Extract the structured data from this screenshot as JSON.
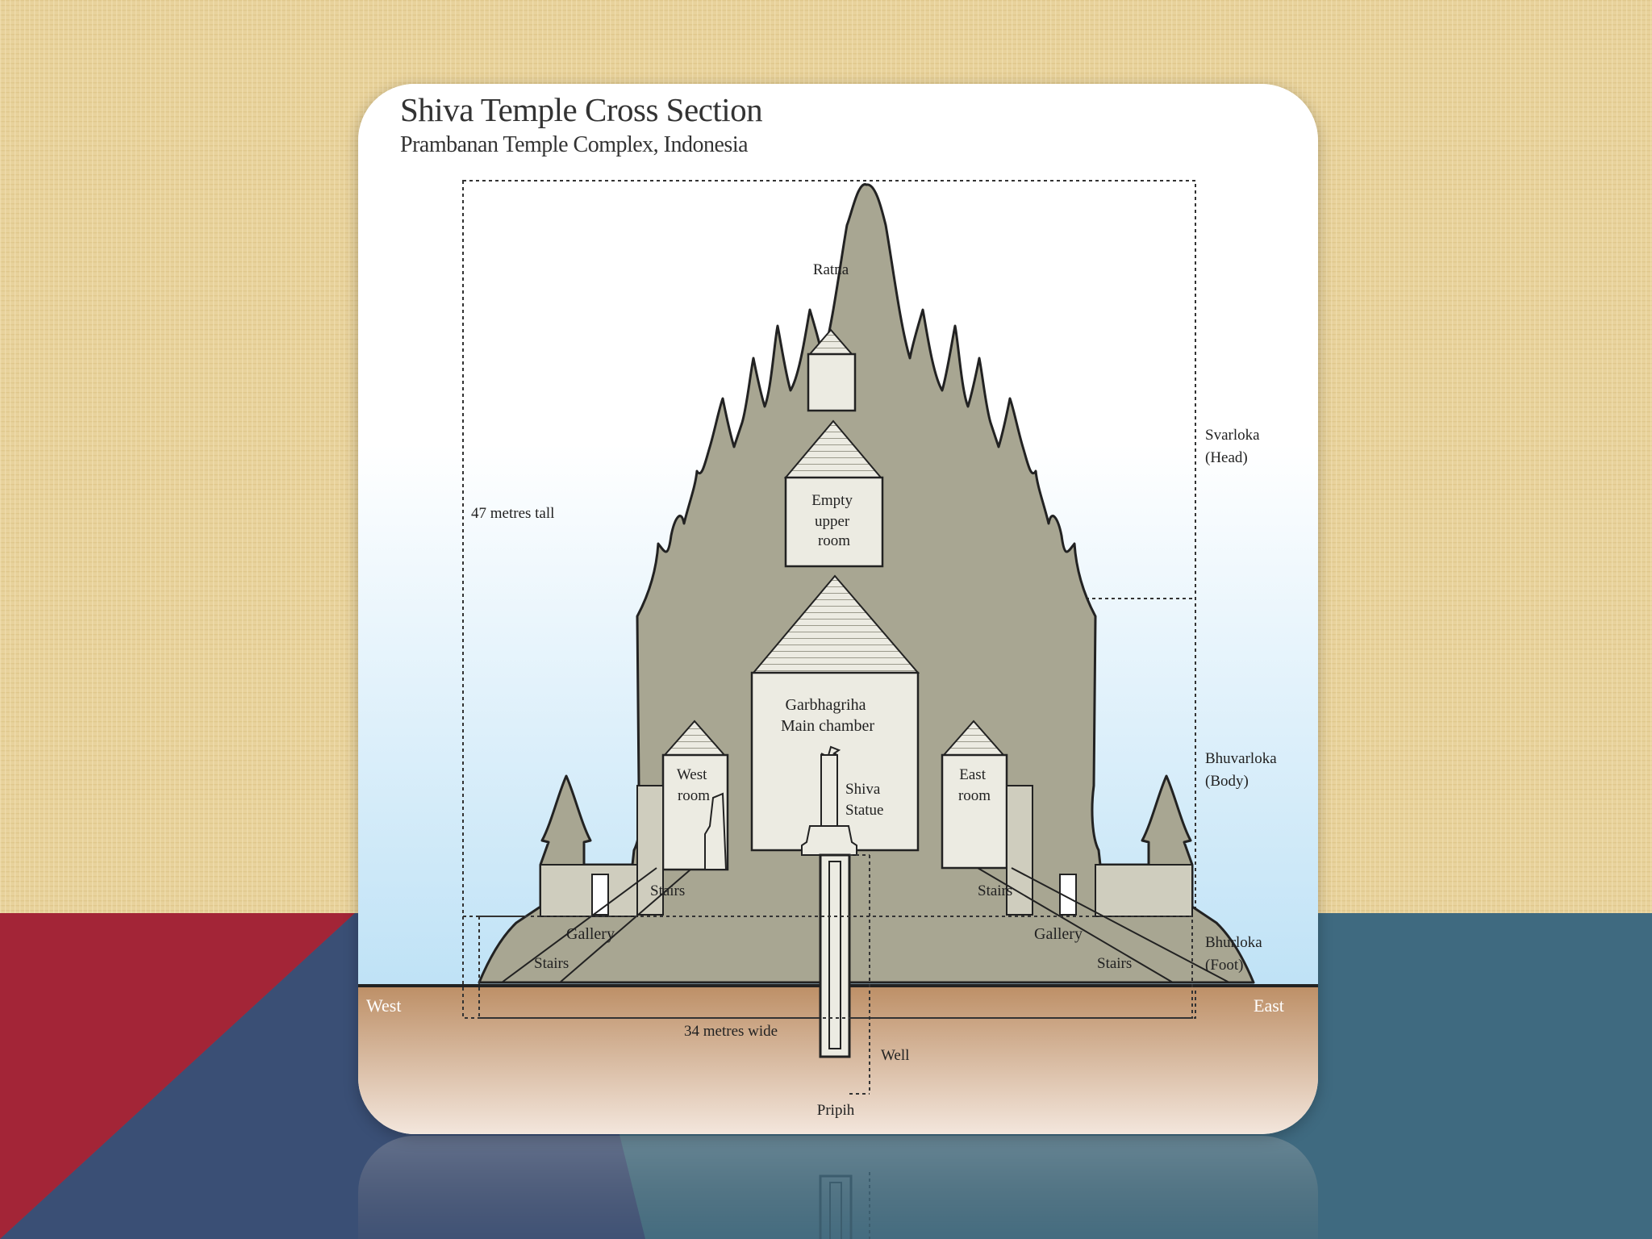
{
  "slide": {
    "colors": {
      "background": "#e6cf98",
      "red_band": "#a32537",
      "blue_band": "#3a4f75",
      "teal_band": "#3f6a80"
    }
  },
  "diagram": {
    "title": "Shiva Temple Cross Section",
    "subtitle": "Prambanan Temple Complex, Indonesia",
    "colors": {
      "sky_top": "#ffffff",
      "sky_bottom": "#bfe2f6",
      "ground_top": "#bd8f66",
      "ground_bottom": "#f3e6dc",
      "stone": "#a8a692",
      "room": "#ecebe2"
    },
    "labels": {
      "ratna": "Ratna",
      "empty_upper_room": [
        "Empty",
        "upper",
        "room"
      ],
      "height": "47 metres tall",
      "garbhagriha": [
        "Garbhagriha",
        "Main chamber"
      ],
      "west_room": [
        "West",
        "room"
      ],
      "east_room": [
        "East",
        "room"
      ],
      "shiva_statue": [
        "Shiva",
        "Statue"
      ],
      "stairs": "Stairs",
      "gallery": "Gallery",
      "width": "34 metres wide",
      "well": "Well",
      "pripih": "Pripih",
      "west": "West",
      "east": "East"
    },
    "zones": {
      "svarloka": [
        "Svarloka",
        "(Head)"
      ],
      "bhuvarloka": [
        "Bhuvarloka",
        "(Body)"
      ],
      "bhurloka": [
        "Bhurloka",
        "(Foot)"
      ]
    }
  }
}
